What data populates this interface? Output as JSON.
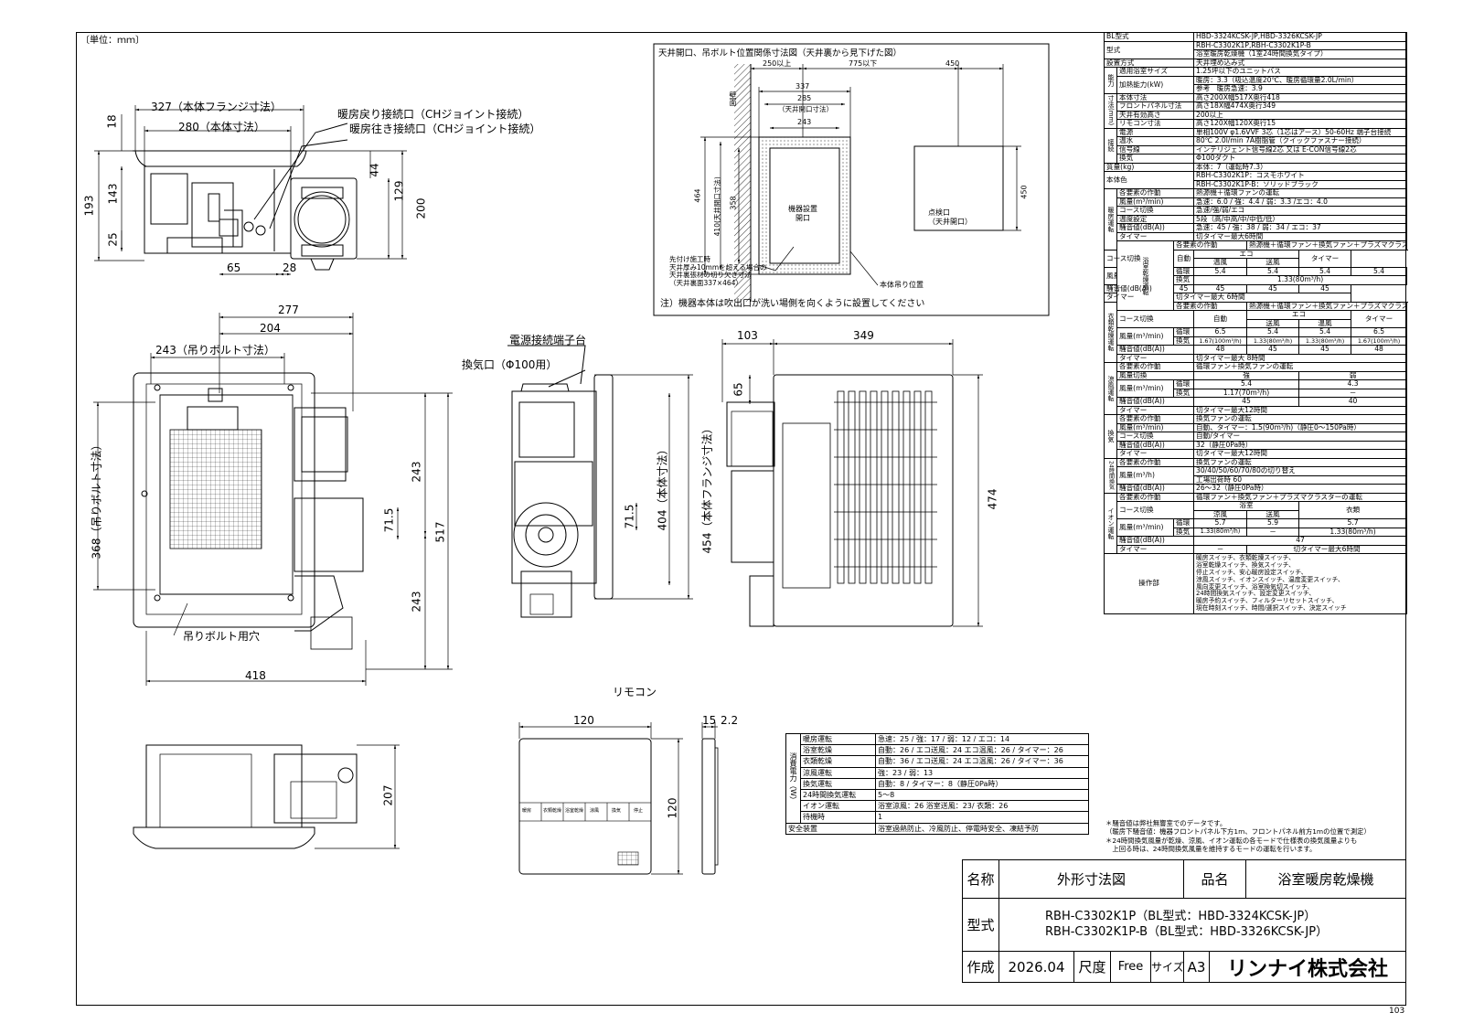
{
  "drawing": {
    "unit_label": "〔単位：ｍｍ〕",
    "page_number": "103"
  },
  "front_view": {
    "flange_width": "327（本体フランジ寸法）",
    "body_width": "280（本体寸法）",
    "return_port": "暖房戻り接続口（CHジョイント接続）",
    "supply_port": "暖房往き接続口（CHジョイント接続）",
    "dims": {
      "d18": "18",
      "d193": "193",
      "d143": "143",
      "d25": "25",
      "d65": "65",
      "d28": "28",
      "d44": "44",
      "d129": "129",
      "d200": "200"
    }
  },
  "ceiling_diagram": {
    "title": "天井開口、吊ボルト位置関係寸法図（天井裏から見下げた図）",
    "d250": "250以上",
    "d775": "775以下",
    "d450": "450",
    "d337": "337",
    "d285": "285",
    "ceiling_opening_label": "（天井開口寸法）",
    "d243": "243",
    "wall": "壁面",
    "d464": "464",
    "d410": "410(天井開口寸法)",
    "d358": "358",
    "install_opening": "機器設置\n開口",
    "inspection_opening": "点検口\n（天井開口）",
    "d450v": "450",
    "prior_work_note": "先付け施工時\n天井厚み10mmを超える場合の\n天井裏張材の切り欠き寸法\n（天井裏面337×464）",
    "hanger_position": "本体吊り位置",
    "install_note": "注）機器本体は吹出口が洗い場側を向くように設置してください"
  },
  "plan_view": {
    "d277": "277",
    "d204": "204",
    "hanger_width": "243（吊りボルト寸法）",
    "hanger_height": "368（吊りボルト寸法）",
    "d243a": "243",
    "d243b": "243",
    "d71": "71.5",
    "d517": "517",
    "d418": "418",
    "hanger_hole": "吊りボルト用穴"
  },
  "side_view": {
    "terminal": "電源接続端子台",
    "vent_port": "換気口（Φ100用）",
    "d71": "71.5",
    "d404": "404（本体寸法）",
    "d454": "454（本体フランジ寸法）"
  },
  "panel_view": {
    "d103": "103",
    "d349": "349",
    "d65": "65",
    "d474": "474"
  },
  "bottom_view": {
    "d207": "207"
  },
  "remote": {
    "title": "リモコン",
    "width": "120",
    "height": "120",
    "depth": "15",
    "d22": "2.2",
    "buttons": [
      "暖房",
      "衣類乾燥",
      "浴室乾燥",
      "涼風",
      "換気",
      "停止"
    ]
  },
  "power_table": {
    "header": "消費電力（W）",
    "rows": [
      {
        "mode": "暖房運転",
        "value": "急速：25 / 強：17 / 弱：12 / エコ：14"
      },
      {
        "mode": "浴室乾燥",
        "value": "自動：26 / エコ送風：24 エコ温風：26 / タイマー：26"
      },
      {
        "mode": "衣類乾燥",
        "value": "自動：36 / エコ送風：24 エコ温風：26 / タイマー：36"
      },
      {
        "mode": "涼風運転",
        "value": "強：23 / 弱：13"
      },
      {
        "mode": "換気運転",
        "value": "自動：8 / タイマー：8（静圧0Pa時）"
      },
      {
        "mode": "24時間換気運転",
        "value": "5〜8"
      },
      {
        "mode": "イオン運転",
        "value": "浴室涼風：26 浴室送風：23/ 衣類：26"
      },
      {
        "mode": "待機時",
        "value": "1"
      }
    ],
    "safety_label": "安全装置",
    "safety_value": "浴室過熱防止、冷風防止、停電時安全、凍結予防"
  },
  "spec": {
    "bl_label": "BL型式",
    "bl_value": "HBD-3324KCSK-JP,HBD-3326KCSK-JP",
    "model_label": "型式",
    "model_value1": "RBH-C3302K1P,RBH-C3302K1P-B",
    "model_value2": "浴室暖房乾燥機（1室24時間換気タイプ）",
    "install_label": "設置方式",
    "install_value": "天井埋め込み式",
    "capacity_label": "能力",
    "bath_size_label": "適用浴室サイズ",
    "bath_size_value": "1.25坪以下のユニットバス",
    "heat_label": "加熱能力(kW)",
    "heat_value1": "暖房：3.3（吸込温度20℃、暖房循環量2.0L/min）",
    "heat_value2": "参考　暖房急速：3.9",
    "dims_label": "寸法(mm)",
    "body_dim_label": "本体寸法",
    "body_dim_value": "高さ200X幅517X奥行418",
    "panel_dim_label": "フロントパネル寸法",
    "panel_dim_value": "高さ18X幅474X奥行349",
    "ceiling_label": "天井有効高さ",
    "ceiling_value": "200以上",
    "remote_dim_label": "リモコン寸法",
    "remote_dim_value": "高さ120X幅120X奥行15",
    "connect_label": "接続",
    "power_label": "電源",
    "power_value": "単相100V φ1.6VVF 3芯（1芯はアース）50-60Hz 端子台接続",
    "hotwater_label": "温水",
    "hotwater_value": "80℃ 2.0l/min 7A樹脂管（クイックファスナー接続）",
    "signal_label": "信号線",
    "signal_value": "インテリジェント信号線2芯 又は E-CON信号線2芯",
    "vent_label": "換気",
    "vent_value": "Φ100ダクト",
    "mass_label": "質量(kg)",
    "mass_value": "本体：7（運転時7.3）",
    "color_label": "本体色",
    "color_value1": "RBH-C3302K1P：コスモホワイト",
    "color_value2": "RBH-C3302K1P-B：ソリッドブラック",
    "heating": {
      "label": "暖房運転",
      "op": "熱源機＋循環ファンの運転",
      "airflow": "急速：6.0 / 強：4.4 / 弱：3.3 /エコ：4.0",
      "course": "急速/強/弱/エコ",
      "temp": "5段（高/中高/中/中低/低）",
      "noise": "急速：45 / 強：38 / 弱：34 / エコ：37",
      "timer": "切タイマー最大6時間"
    },
    "bath_dry": {
      "label": "浴室乾燥運転",
      "op": "熱源機＋循環ファン＋換気ファン＋プラズマクラスター運転",
      "eco": "エコ",
      "auto": "自動",
      "warm": "温風",
      "fan": "送風",
      "timer_col": "タイマー",
      "circ": [
        "5.4",
        "5.4",
        "5.4",
        "5.4"
      ],
      "vent": "1.33(80m³/h)",
      "noise": [
        "45",
        "45",
        "45",
        "45"
      ],
      "timer": "切タイマー最大 6時間"
    },
    "cloth_dry": {
      "label": "衣類乾燥運転",
      "op": "熱源機＋循環ファン＋換気ファン＋プラズマクラスター運転",
      "circ": [
        "6.5",
        "5.4",
        "5.4",
        "6.5"
      ],
      "vent": [
        "1.67(100m³/h)",
        "1.33(80m³/h)",
        "1.33(80m³/h)",
        "1.67(100m³/h)"
      ],
      "noise": [
        "48",
        "45",
        "45",
        "48"
      ],
      "timer": "切タイマー最大 8時間"
    },
    "cool": {
      "label": "涼風運転",
      "op": "循環ファン＋換気ファンの運転",
      "mode_label": "風量切換",
      "strong": "強",
      "weak": "弱",
      "circ": [
        "5.4",
        "4.3"
      ],
      "vent": [
        "1.17(70m³/h)",
        "－"
      ],
      "noise": [
        "45",
        "40"
      ],
      "timer": "切タイマー最大12時間"
    },
    "vent_mode": {
      "label": "換気",
      "op": "換気ファンの運転",
      "airflow": "自動、タイマー：1.5(90m³/h)（静圧0〜150Pa時）",
      "course": "自動/タイマー",
      "noise": "32（静圧0Pa時）",
      "timer": "切タイマー最大12時間"
    },
    "vent24": {
      "label": "24時間換気",
      "op": "換気ファンの運転",
      "airflow_label": "風量(m³/h)",
      "airflow1": "30/40/50/60/70/80の切り替え",
      "airflow2": "工場出荷時 60",
      "noise": "26〜32（静圧0Pa時）"
    },
    "ion": {
      "label": "イオン運転",
      "op": "循環ファン＋換気ファン＋プラズマクラスターの運転",
      "bath": "浴室",
      "cloth": "衣類",
      "cool": "涼風",
      "fan": "送風",
      "circ": [
        "5.7",
        "5.9",
        "5.7"
      ],
      "vent": [
        "1.33(80m³/h)",
        "－",
        "1.33(80m³/h)"
      ],
      "noise": "47",
      "timer_off": "－",
      "timer": "切タイマー最大6時間"
    },
    "common": {
      "op_label": "各要素の作動",
      "airflow_label": "風量(m³/min)",
      "course_label": "コース切換",
      "temp_label": "温度設定",
      "noise_label": "騒音値(dB(A))",
      "timer_label": "タイマー",
      "circ_label": "循環",
      "vent_label": "換気"
    },
    "ops_label": "操作部",
    "ops_value": "暖房スイッチ、衣類乾燥スイッチ、\n浴室乾燥スイッチ、換気スイッチ、\n停止スイッチ、安心暖房設定スイッチ、\n涼風スイッチ、イオンスイッチ、温度変更スイッチ、\n風向変更スイッチ、浴室換気切スイッチ、\n24時間換気スイッチ、設定変更スイッチ、\n暖房予約スイッチ、フィルターリセットスイッチ、\n現在時刻スイッチ、時間/選択スイッチ、決定スイッチ",
    "notes": "＊騒音値は弊社無響室でのデータです。\n（暖房下騒音値：機器フロントパネル下方1m、フロントパネル前方1mの位置で測定）\n＊24時間換気風量が乾燥、涼風、イオン運転の各モードで仕様表の換気風量よりも\n　上回る時は、24時間換気風量を維持するモードの運転を行います。"
  },
  "title_block": {
    "name_label": "名称",
    "name_value": "外形寸法図",
    "product_label": "品名",
    "product_value": "浴室暖房乾燥機",
    "model_label": "型式",
    "model_line1": "RBH-C3302K1P（BL型式：HBD-3324KCSK-JP）",
    "model_line2": "RBH-C3302K1P-B（BL型式：HBD-3326KCSK-JP）",
    "made_label": "作成",
    "made_value": "2026.04",
    "scale_label": "尺度",
    "scale_value": "Free",
    "size_label": "サイズ",
    "size_value": "A3",
    "company": "リンナイ株式会社"
  }
}
